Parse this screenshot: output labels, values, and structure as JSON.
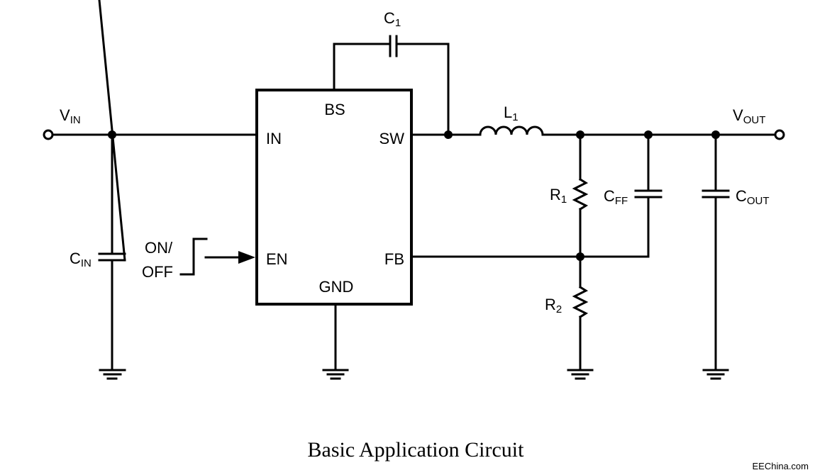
{
  "ic": {
    "pins": {
      "bs": "BS",
      "in": "IN",
      "sw": "SW",
      "en": "EN",
      "fb": "FB",
      "gnd": "GND"
    }
  },
  "components": {
    "vin": {
      "main": "V",
      "sub": "IN"
    },
    "vout": {
      "main": "V",
      "sub": "OUT"
    },
    "c1": {
      "main": "C",
      "sub": "1"
    },
    "cin": {
      "main": "C",
      "sub": "IN"
    },
    "l1": {
      "main": "L",
      "sub": "1"
    },
    "r1": {
      "main": "R",
      "sub": "1"
    },
    "r2": {
      "main": "R",
      "sub": "2"
    },
    "cff": {
      "main": "C",
      "sub": "FF"
    },
    "cout": {
      "main": "C",
      "sub": "OUT"
    },
    "enable": {
      "line1": "ON/",
      "line2": "OFF"
    }
  },
  "caption": "Basic Application Circuit",
  "watermark": "EEChina.com"
}
